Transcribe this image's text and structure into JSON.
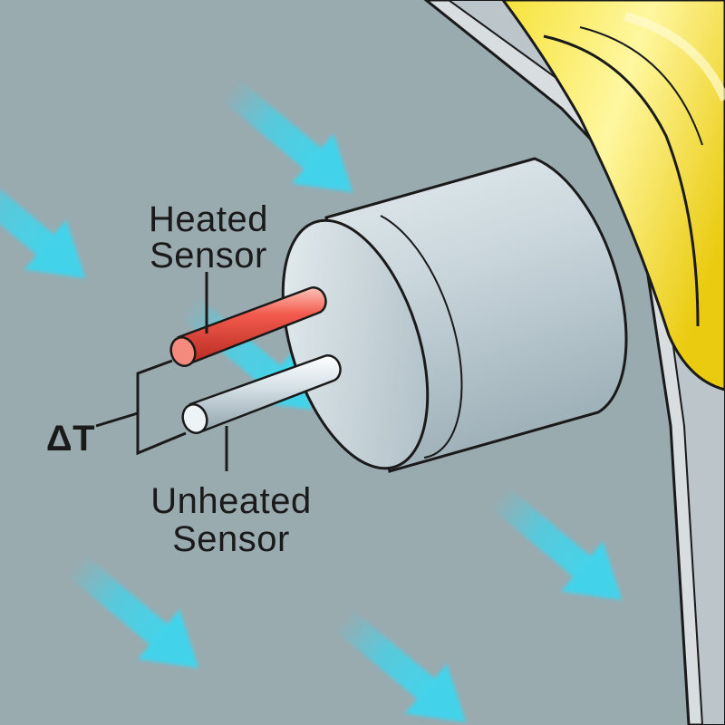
{
  "labels": {
    "heated_line1": "Heated",
    "heated_line2": "Sensor",
    "unheated_line1": "Unheated",
    "unheated_line2": "Sensor",
    "delta_t": "ΔT"
  },
  "colors": {
    "background": "#9aabb0",
    "flow_arrow": "#43d3ea",
    "heated_sensor": "#e8453c",
    "unheated_sensor": "#d4e0e6",
    "probe_body": "#c4d2d8",
    "pipe": "#f2dc18",
    "line": "#1a1a1a"
  },
  "icons": {
    "flow": "arrow-down-right-icon"
  }
}
